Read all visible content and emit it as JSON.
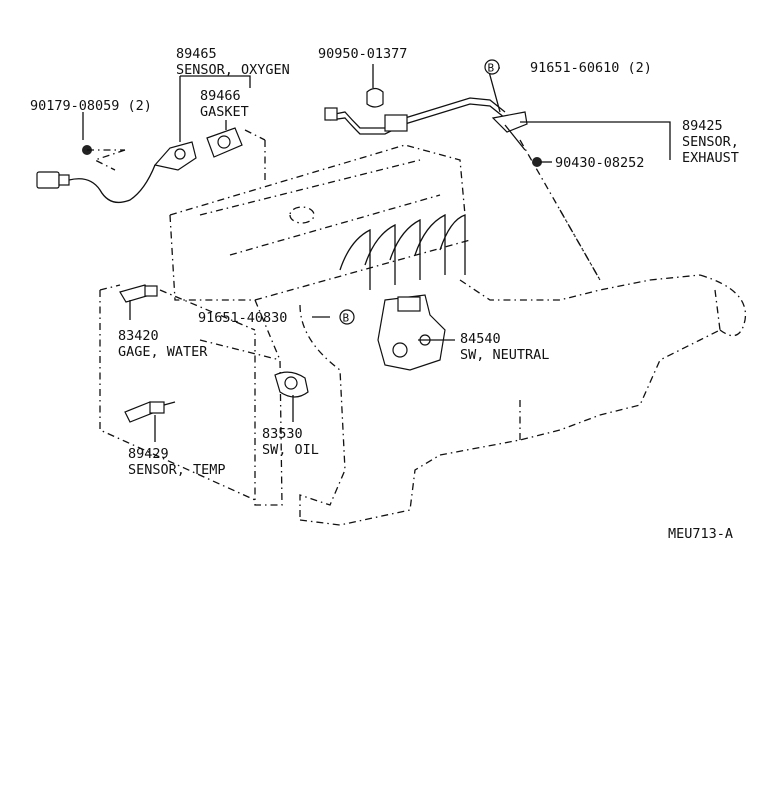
{
  "diagram": {
    "figure_code": "MEU713-A",
    "parts": [
      {
        "id": "p89465",
        "number": "89465",
        "name": "SENSOR, OXYGEN"
      },
      {
        "id": "p90179",
        "number": "90179-08059 (2)",
        "name": ""
      },
      {
        "id": "p89466",
        "number": "89466",
        "name": "GASKET"
      },
      {
        "id": "p90950",
        "number": "90950-01377",
        "name": ""
      },
      {
        "id": "p91651a",
        "number": "91651-60610 (2)",
        "name": "",
        "marker": "B"
      },
      {
        "id": "p89425",
        "number": "89425",
        "name": "SENSOR,",
        "name2": "EXHAUST"
      },
      {
        "id": "p90430",
        "number": "90430-08252",
        "name": ""
      },
      {
        "id": "p91651b",
        "number": "91651-40830",
        "name": "",
        "marker": "B"
      },
      {
        "id": "p84540",
        "number": "84540",
        "name": "SW, NEUTRAL"
      },
      {
        "id": "p83420",
        "number": "83420",
        "name": "GAGE, WATER"
      },
      {
        "id": "p83530",
        "number": "83530",
        "name": "SW, OIL"
      },
      {
        "id": "p89429",
        "number": "89429",
        "name": "SENSOR, TEMP"
      }
    ]
  }
}
